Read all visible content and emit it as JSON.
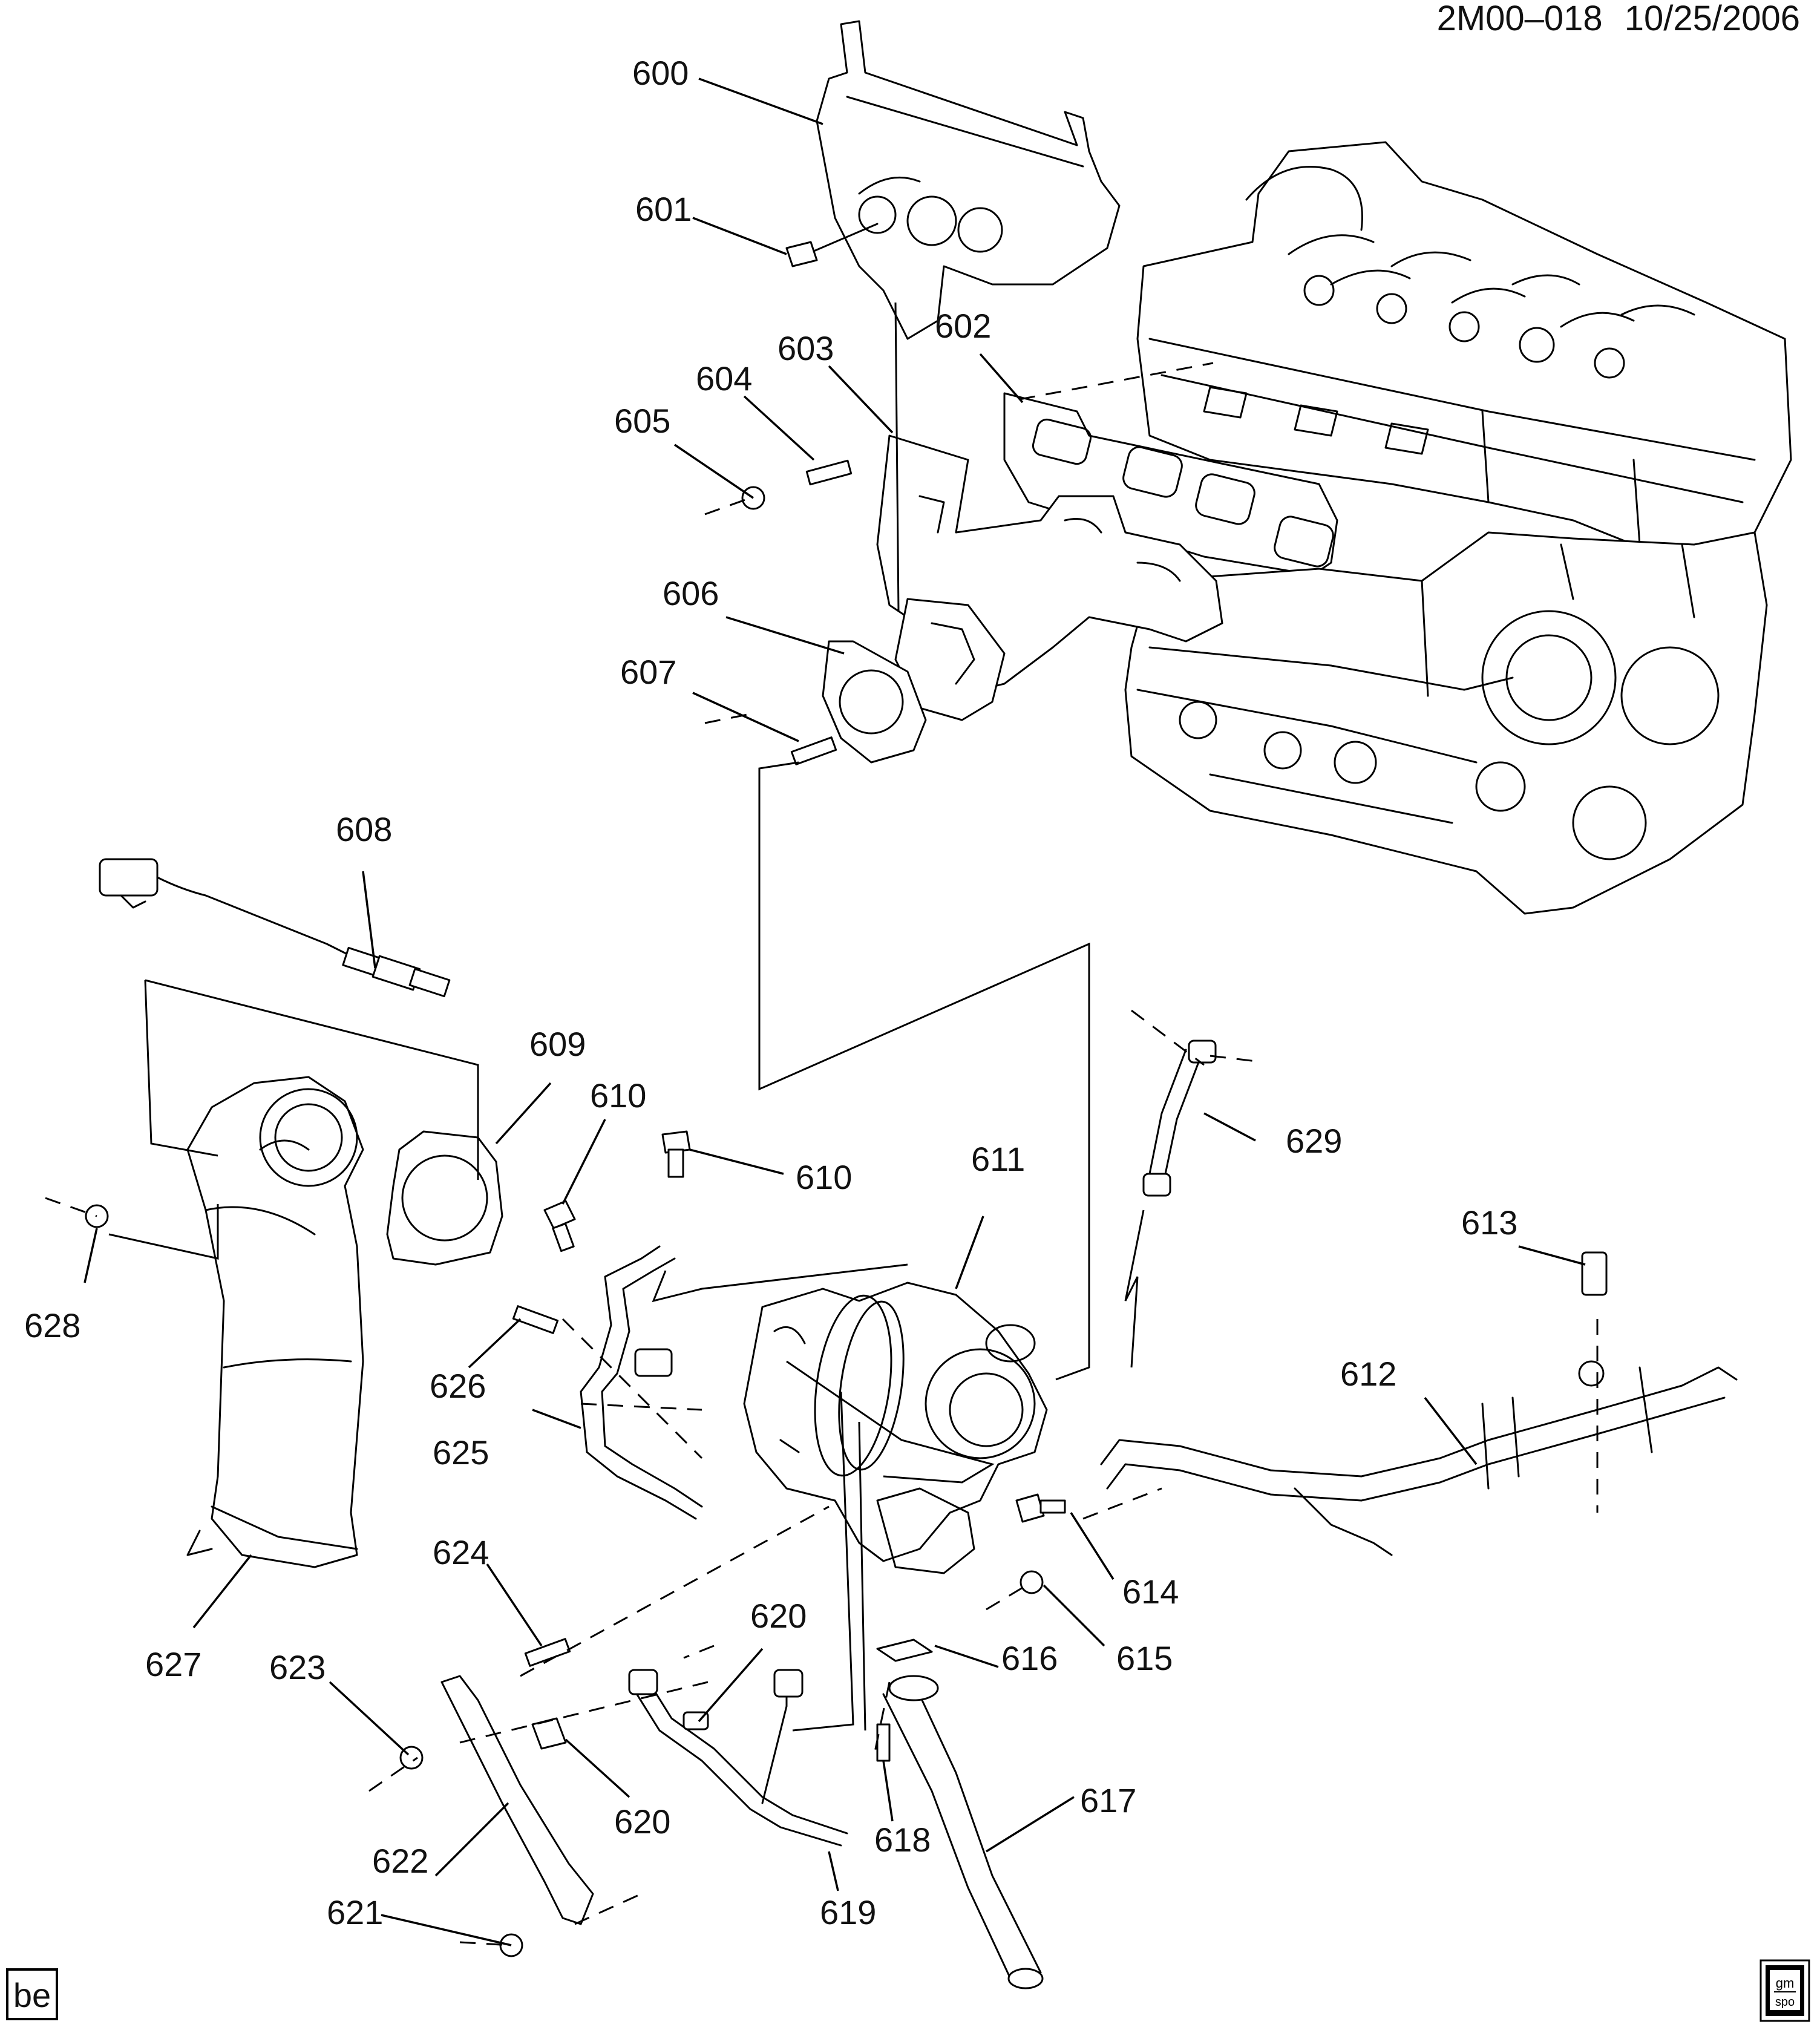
{
  "header": {
    "code": "2M00–018",
    "date": "10/25/2006"
  },
  "badge": "be",
  "logo": {
    "top": "gm",
    "bottom": "spo"
  },
  "callouts": {
    "c600": "600",
    "c601": "601",
    "c602": "602",
    "c603": "603",
    "c604": "604",
    "c605": "605",
    "c606": "606",
    "c607": "607",
    "c608": "608",
    "c609": "609",
    "c610a": "610",
    "c610b": "610",
    "c611": "611",
    "c612": "612",
    "c613": "613",
    "c614": "614",
    "c615": "615",
    "c616": "616",
    "c617": "617",
    "c618": "618",
    "c619": "619",
    "c620a": "620",
    "c620b": "620",
    "c621": "621",
    "c622": "622",
    "c623": "623",
    "c624": "624",
    "c625": "625",
    "c626": "626",
    "c627": "627",
    "c628": "628",
    "c629": "629"
  }
}
